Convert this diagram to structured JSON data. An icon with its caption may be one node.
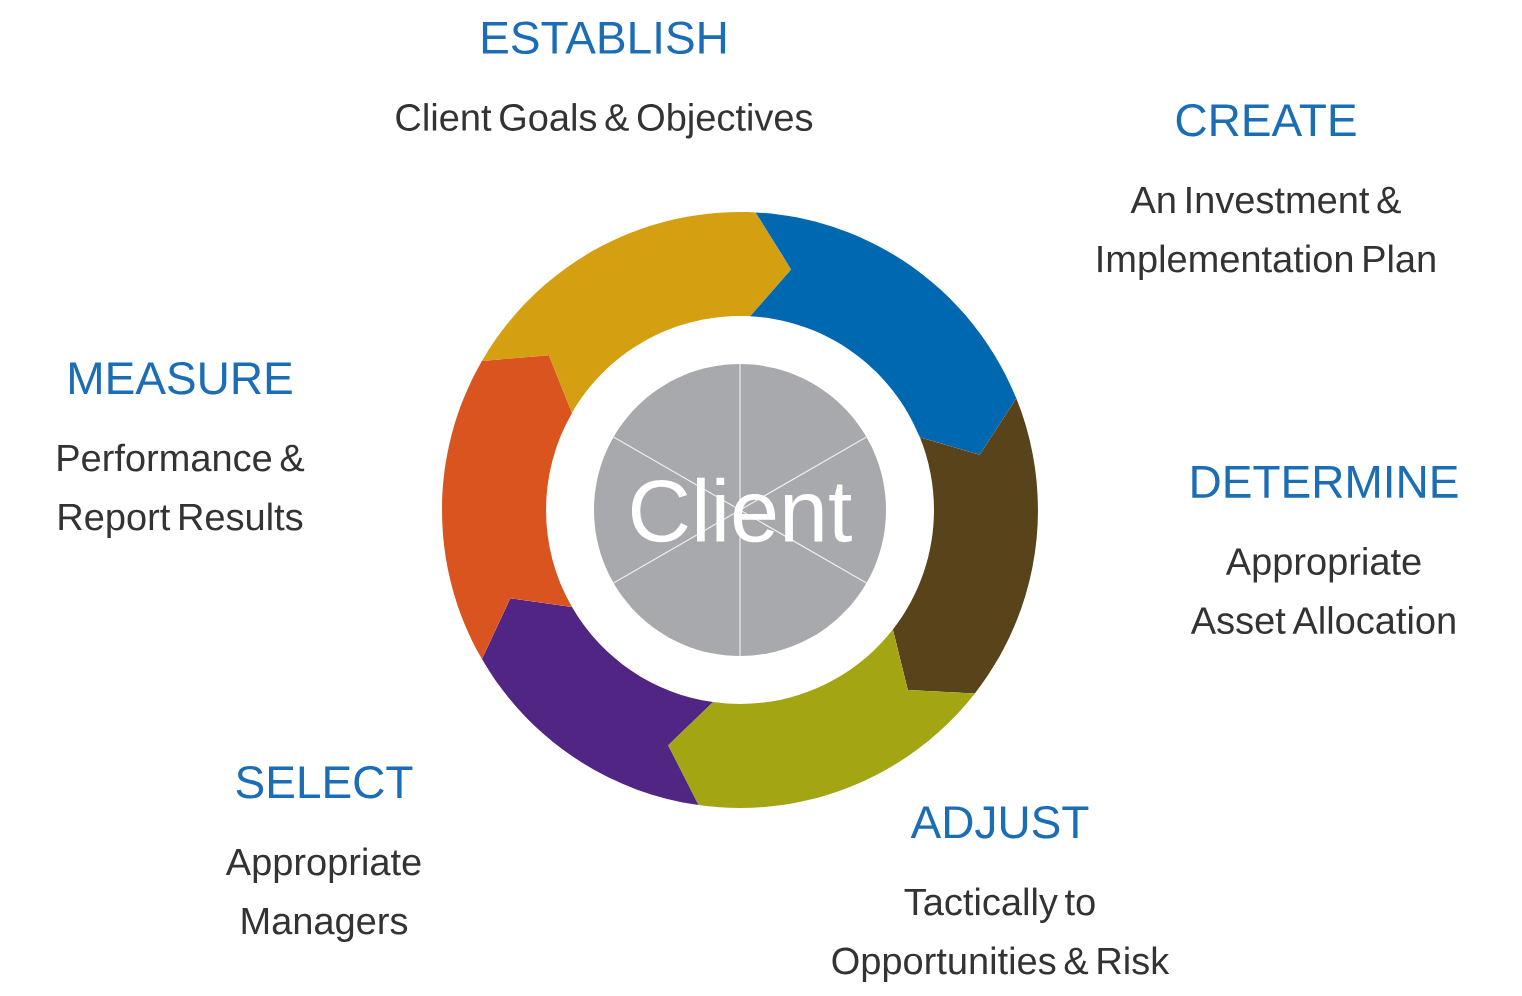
{
  "diagram": {
    "nodes": [
      {
        "text": [
          "Client"
        ]
      },
      {
        "text": [
          "ESTABLISH",
          "Client Goals & Objectives"
        ]
      },
      {
        "text": [
          "CREATE",
          "An Investment & Implementation Plan"
        ]
      },
      {
        "text": [
          "DETERMINE",
          "Appropriate Asset Allocation"
        ]
      },
      {
        "text": [
          "ADJUST",
          "Tactically to Opportunities & Risk"
        ]
      },
      {
        "text": [
          "SELECT",
          "Appropriate Managers"
        ]
      },
      {
        "text": [
          "MEASURE",
          "Performance & Report Results"
        ]
      }
    ]
  }
}
